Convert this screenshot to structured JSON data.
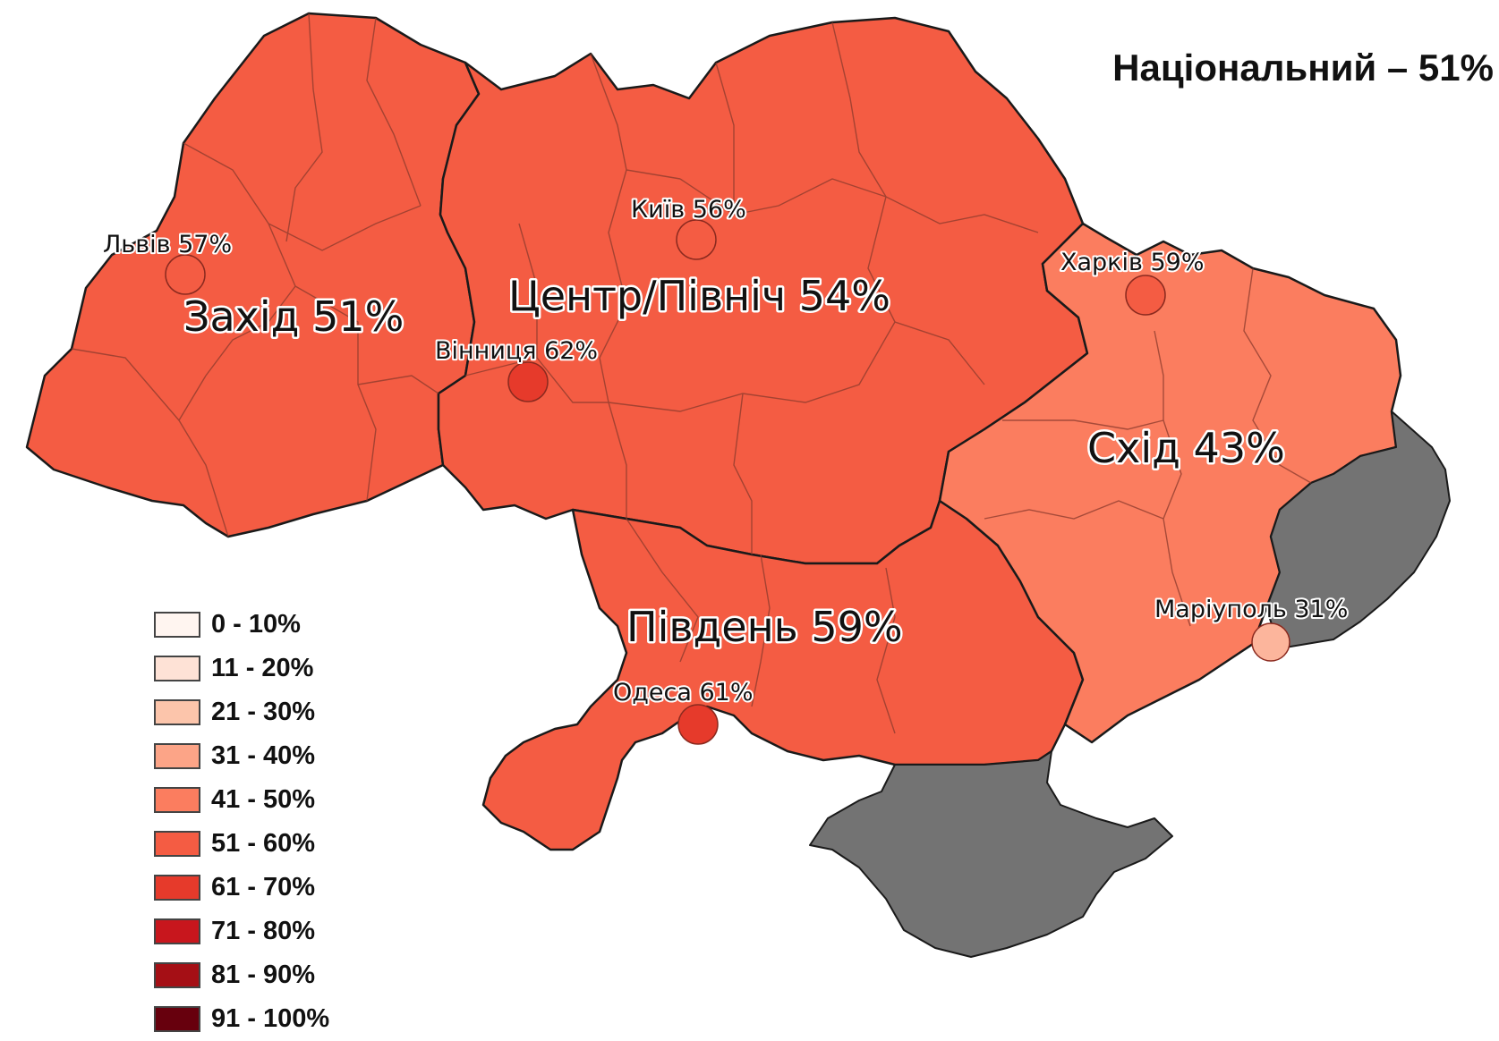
{
  "national": "Національний – 51%",
  "colors": {
    "west": "#f45c43",
    "center": "#f45c43",
    "south": "#f45c43",
    "east": "#fb7d5f",
    "occupied": "#737373",
    "border": "#1a1a1a",
    "oblast_border": "#8a3a2c"
  },
  "regions": [
    {
      "key": "west",
      "name": "Захід 51%"
    },
    {
      "key": "center",
      "name": "Центр/Північ 54%"
    },
    {
      "key": "south",
      "name": "Південь 59%"
    },
    {
      "key": "east",
      "name": "Схід 43%"
    }
  ],
  "cities": [
    {
      "key": "lviv",
      "label": "Львів 57%",
      "color": "#f45c43"
    },
    {
      "key": "kyiv",
      "label": "Київ 56%",
      "color": "#f45c43"
    },
    {
      "key": "vinnytsia",
      "label": "Вінниця 62%",
      "color": "#e63a2b"
    },
    {
      "key": "kharkiv",
      "label": "Харків 59%",
      "color": "#f45c43"
    },
    {
      "key": "odesa",
      "label": "Одеса 61%",
      "color": "#e63a2b"
    },
    {
      "key": "mariupol",
      "label": "Маріуполь 31%",
      "color": "#fcb59c"
    }
  ],
  "legend": [
    {
      "label": "0 - 10%",
      "color": "#fff5f0"
    },
    {
      "label": "11 - 20%",
      "color": "#fee2d6"
    },
    {
      "label": "21 - 30%",
      "color": "#fcc5ab"
    },
    {
      "label": "31 - 40%",
      "color": "#fca487"
    },
    {
      "label": "41 - 50%",
      "color": "#fb7d5f"
    },
    {
      "label": "51 - 60%",
      "color": "#f45c43"
    },
    {
      "label": "61 - 70%",
      "color": "#e63a2b"
    },
    {
      "label": "71 - 80%",
      "color": "#c8161d"
    },
    {
      "label": "81 - 90%",
      "color": "#a50f15"
    },
    {
      "label": "91 - 100%",
      "color": "#67000d"
    }
  ]
}
